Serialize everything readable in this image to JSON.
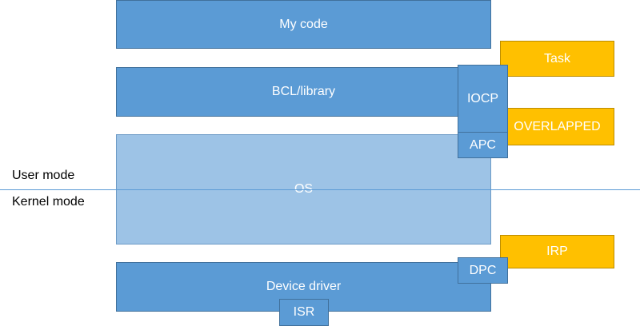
{
  "diagram": {
    "boundary": {
      "upper_label": "User mode",
      "lower_label": "Kernel mode"
    },
    "layers": {
      "my_code": "My code",
      "bcl_library": "BCL/library",
      "os": "OS",
      "device_driver": "Device driver"
    },
    "mechanisms": {
      "iocp": "IOCP",
      "apc": "APC",
      "dpc": "DPC",
      "isr": "ISR"
    },
    "objects": {
      "task": "Task",
      "overlapped": "OVERLAPPED",
      "irp": "IRP"
    },
    "colors": {
      "layer_blue": "#5b9bd5",
      "os_light_blue": "#9dc3e6",
      "object_orange": "#ffc000",
      "divider_line": "#5b9bd5"
    }
  }
}
